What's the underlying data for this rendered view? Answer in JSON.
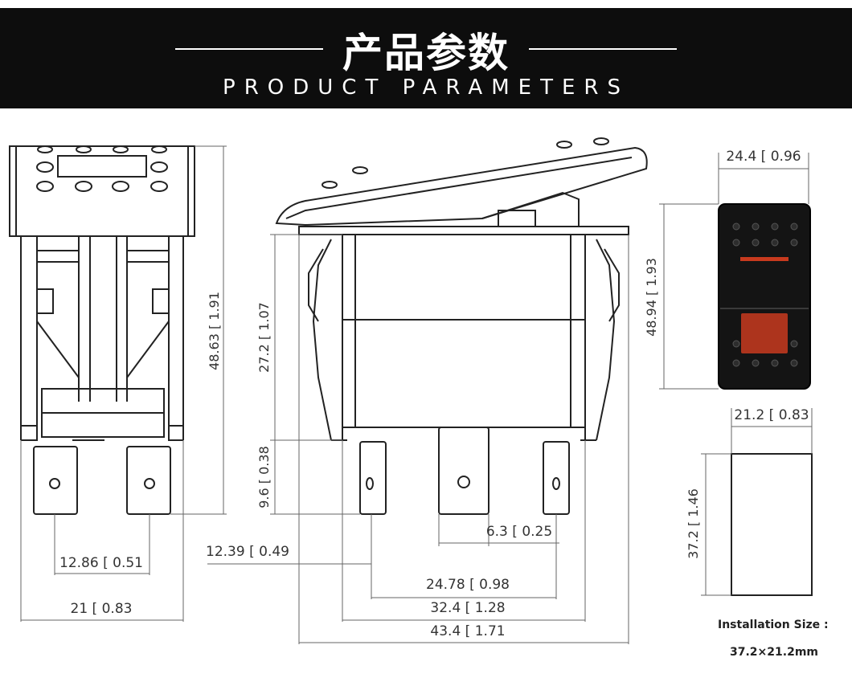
{
  "header": {
    "title_cn": "产品参数",
    "title_en": "PRODUCT PARAMETERS"
  },
  "side_view": {
    "height": "48.63",
    "height_in": "1.91",
    "pin_spacing": "12.86",
    "pin_spacing_in": "0.51",
    "width": "21",
    "width_in": "0.83"
  },
  "front_view": {
    "body_height": "27.2",
    "body_height_in": "1.07",
    "terminal_length": "9.6",
    "terminal_length_in": "0.38",
    "offset": "12.39",
    "offset_in": "0.49",
    "terminal_width": "6.3",
    "terminal_width_in": "0.25",
    "terminal_spacing": "24.78",
    "terminal_spacing_in": "0.98",
    "body_width": "32.4",
    "body_width_in": "1.28",
    "overall_width": "43.4",
    "overall_width_in": "1.71"
  },
  "panel_view": {
    "width": "24.4",
    "width_in": "0.96",
    "height": "48.94",
    "height_in": "1.93",
    "accent_color": "#c83a1e"
  },
  "cutout": {
    "width": "21.2",
    "width_in": "0.83",
    "height": "37.2",
    "height_in": "1.46"
  },
  "installation": {
    "label": "Installation Size :",
    "value": "37.2×21.2mm"
  }
}
